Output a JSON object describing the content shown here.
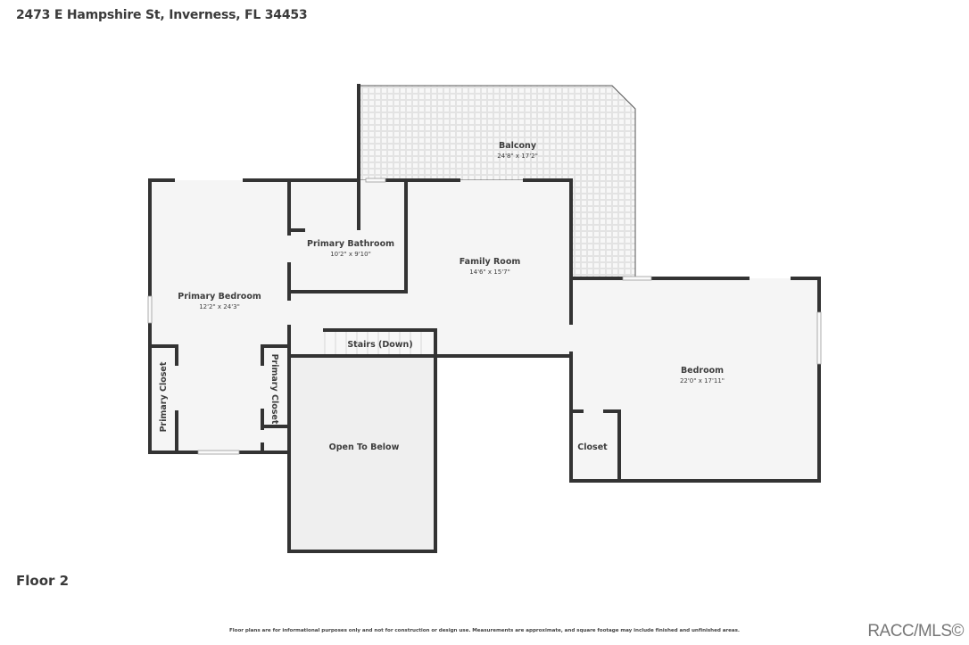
{
  "header": {
    "address": "2473 E Hampshire St, Inverness, FL 34453"
  },
  "floor": {
    "label": "Floor 2"
  },
  "rooms": [
    {
      "name": "Balcony",
      "dimensions": "24'8\" x 17'2\""
    },
    {
      "name": "Primary Bathroom",
      "dimensions": "10'2\" x 9'10\""
    },
    {
      "name": "Family Room",
      "dimensions": "14'6\" x 15'7\""
    },
    {
      "name": "Primary Bedroom",
      "dimensions": "12'2\" x 24'3\""
    },
    {
      "name": "Stairs (Down)",
      "dimensions": ""
    },
    {
      "name": "Primary Closet",
      "dimensions": ""
    },
    {
      "name": "Primary Closet",
      "dimensions": ""
    },
    {
      "name": "Open To Below",
      "dimensions": ""
    },
    {
      "name": "Bedroom",
      "dimensions": "22'0\" x 17'11\""
    },
    {
      "name": "Closet",
      "dimensions": ""
    }
  ],
  "colors": {
    "wall": "#333333",
    "floor": "#f5f5f5",
    "open_below": "#efefef",
    "balcony_tile": "#e3e3e3"
  },
  "footer": {
    "disclaimer": "Floor plans are for informational purposes only and not for construction or design use. Measurements are approximate, and square footage may include finished and unfinished areas.",
    "copyright": "RACC/MLS©"
  }
}
